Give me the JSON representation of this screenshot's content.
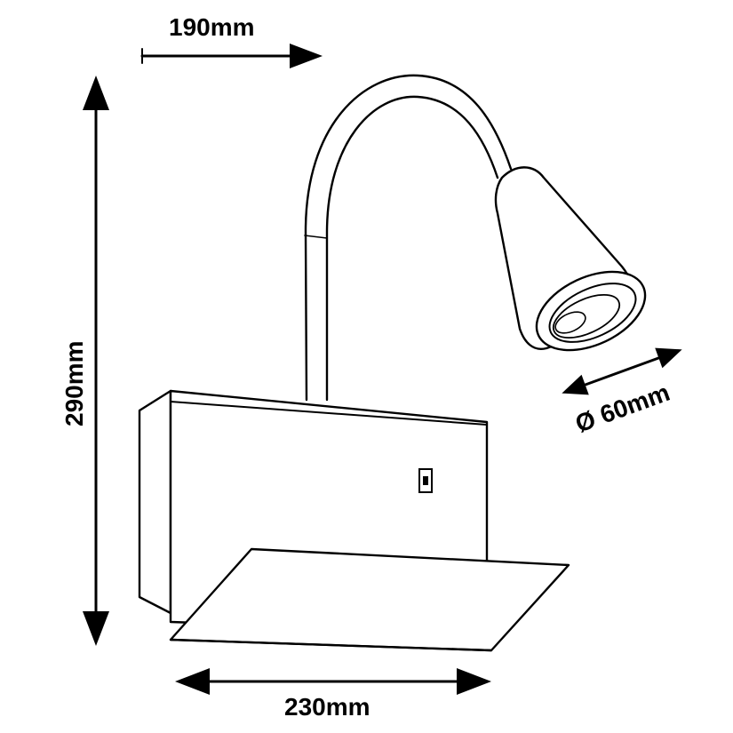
{
  "dimensions": {
    "depth": "190mm",
    "height": "290mm",
    "width": "230mm",
    "shade_diameter": "Ø 60mm"
  },
  "colors": {
    "ink": "#000000",
    "paper": "#ffffff"
  }
}
